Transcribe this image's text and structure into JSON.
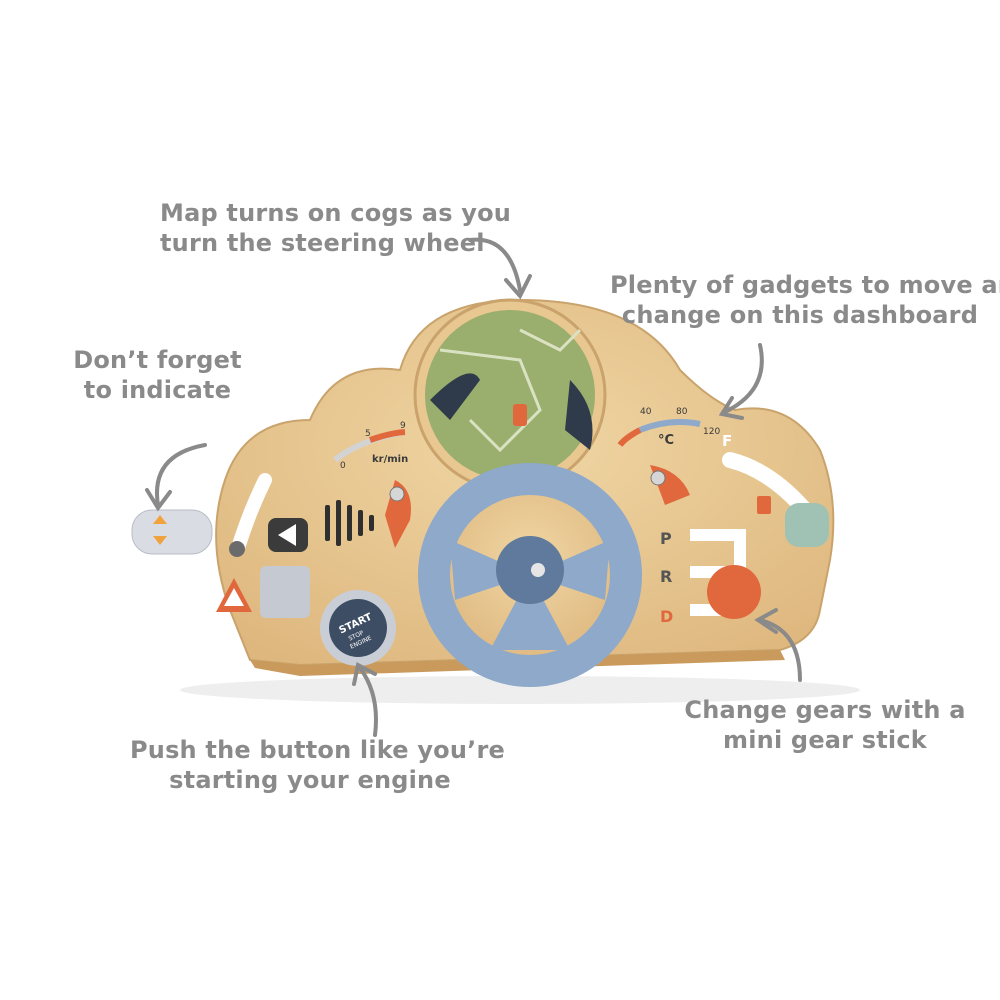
{
  "callouts": {
    "map": {
      "line1": "Map turns on cogs as you",
      "line2": "turn the steering wheel"
    },
    "gadgets": {
      "line1": "Plenty of gadgets to move and",
      "line2": "change on this dashboard"
    },
    "indicate": {
      "line1": "Don’t forget",
      "line2": "to indicate"
    },
    "start": {
      "line1": "Push the button like you’re",
      "line2": "starting your engine"
    },
    "gears": {
      "line1": "Change gears with a",
      "line2": "mini gear stick"
    }
  },
  "toy_labels": {
    "speed_units": "kr/min",
    "speed_0": "0",
    "speed_5": "5",
    "speed_9": "9",
    "temp_40": "40",
    "temp_80": "80",
    "temp_120": "120",
    "temp_c": "°C",
    "fuel_f": "F",
    "gear_p": "P",
    "gear_r": "R",
    "gear_d": "D",
    "start_main": "START",
    "start_sub1": "STOP",
    "start_sub2": "ENGINE"
  },
  "colors": {
    "wood": "#e8c790",
    "blue": "#8ea9c9",
    "orange": "#e0683c",
    "map_green": "#9aae6e",
    "callout_text": "#8a8a8a"
  }
}
